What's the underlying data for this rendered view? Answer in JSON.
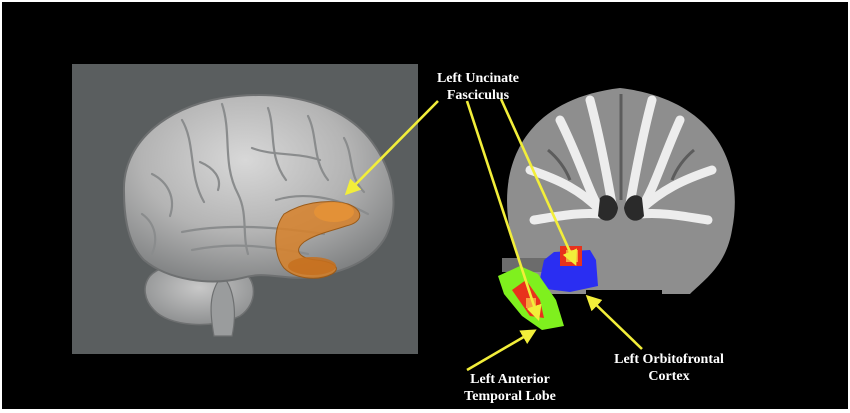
{
  "labels": {
    "uncinate_line1": "Left Uncinate",
    "uncinate_line2": "Fasciculus",
    "temporal_line1": "Left Anterior",
    "temporal_line2": "Temporal Lobe",
    "orbitofrontal_line1": "Left Orbitofrontal",
    "orbitofrontal_line2": "Cortex"
  },
  "colors": {
    "background": "#000000",
    "render_panel": "#5a5e5f",
    "arrow": "#f2ee3a",
    "temporal_lobe_roi": "#7ff01e",
    "orbitofrontal_roi": "#2a2ef2",
    "uncinate_tract": "#e8321c",
    "tract_3d": "#d7812a"
  }
}
